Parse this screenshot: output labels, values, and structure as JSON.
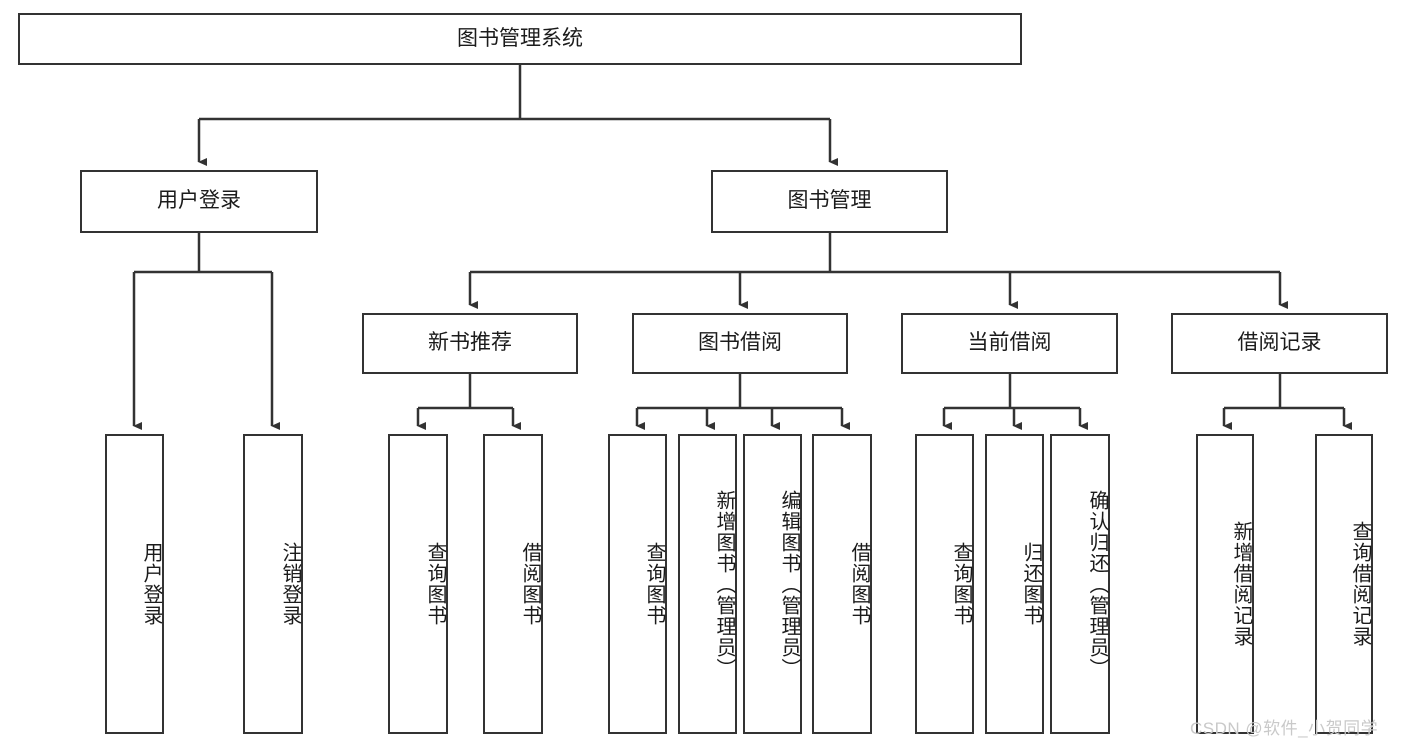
{
  "diagram": {
    "title": "图书管理系统",
    "type": "hierarchy-tree",
    "root": {
      "label": "图书管理系统",
      "children": [
        {
          "label": "用户登录",
          "children": [
            {
              "label": "用户登录"
            },
            {
              "label": "注销登录"
            }
          ]
        },
        {
          "label": "图书管理",
          "children": [
            {
              "label": "新书推荐",
              "children": [
                {
                  "label": "查询图书"
                },
                {
                  "label": "借阅图书"
                }
              ]
            },
            {
              "label": "图书借阅",
              "children": [
                {
                  "label": "查询图书"
                },
                {
                  "label": "新增图书（管理员）"
                },
                {
                  "label": "编辑图书（管理员）"
                },
                {
                  "label": "借阅图书"
                }
              ]
            },
            {
              "label": "当前借阅",
              "children": [
                {
                  "label": "查询图书"
                },
                {
                  "label": "归还图书"
                },
                {
                  "label": "确认归还（管理员）"
                }
              ]
            },
            {
              "label": "借阅记录",
              "children": [
                {
                  "label": "新增借阅记录"
                },
                {
                  "label": "查询借阅记录"
                }
              ]
            }
          ]
        }
      ]
    }
  },
  "nodes": {
    "root": "图书管理系统",
    "user_login": "用户登录",
    "book_manage": "图书管理",
    "new_book_rec": "新书推荐",
    "book_borrow": "图书借阅",
    "current_borrow": "当前借阅",
    "borrow_record": "借阅记录",
    "leaf_user_login": "用户登录",
    "leaf_logout": "注销登录",
    "leaf_query_book_1": "查询图书",
    "leaf_borrow_book_1": "借阅图书",
    "leaf_query_book_2": "查询图书",
    "leaf_add_book": "新增图书（管理员）",
    "leaf_edit_book": "编辑图书（管理员）",
    "leaf_borrow_book_2": "借阅图书",
    "leaf_query_book_3": "查询图书",
    "leaf_return_book": "归还图书",
    "leaf_confirm_return": "确认归还（管理员）",
    "leaf_add_record": "新增借阅记录",
    "leaf_query_record": "查询借阅记录"
  },
  "watermark": {
    "text": "CSDN @软件_小贺同学"
  },
  "colors": {
    "border": "#333333",
    "text": "#1b1b1b",
    "background": "#ffffff",
    "watermark": "#c9c9c9"
  }
}
